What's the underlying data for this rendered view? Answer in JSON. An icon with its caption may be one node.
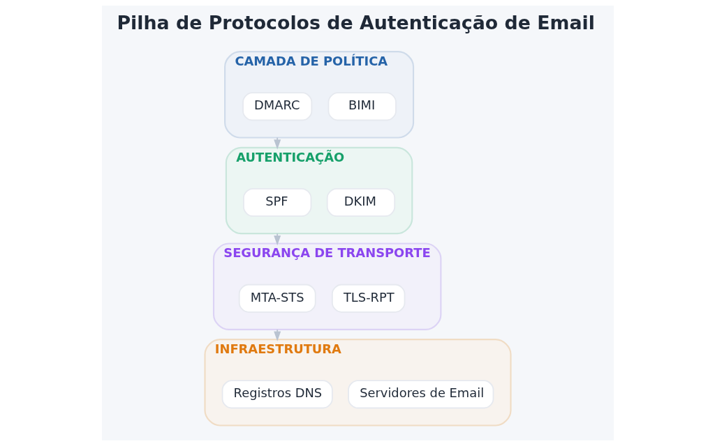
{
  "diagram": {
    "title": "Pilha de Protocolos de Autenticação de Email",
    "nodes": [
      {
        "text": [
          "CAMADA DE POLÍTICA"
        ]
      },
      {
        "text": [
          "DMARC"
        ],
        "in": 0
      },
      {
        "text": [
          "BIMI"
        ],
        "in": 0
      },
      {
        "text": [
          "AUTENTICAÇÃO"
        ]
      },
      {
        "text": [
          "SPF"
        ],
        "in": 3
      },
      {
        "text": [
          "DKIM"
        ],
        "in": 3
      },
      {
        "text": [
          "SEGURANÇA DE TRANSPORTE"
        ]
      },
      {
        "text": [
          "MTA-STS"
        ],
        "in": 6
      },
      {
        "text": [
          "TLS-RPT"
        ],
        "in": 6
      },
      {
        "text": [
          "INFRAESTRUTURA"
        ]
      },
      {
        "text": [
          "Registros DNS"
        ],
        "in": 9
      },
      {
        "text": [
          "Servidores de Email"
        ],
        "in": 9
      }
    ],
    "edges": [
      {
        "from": 0,
        "to": 3,
        "arrow": "to"
      },
      {
        "from": 3,
        "to": 6,
        "arrow": "to"
      },
      {
        "from": 6,
        "to": 9,
        "arrow": "to"
      }
    ]
  }
}
